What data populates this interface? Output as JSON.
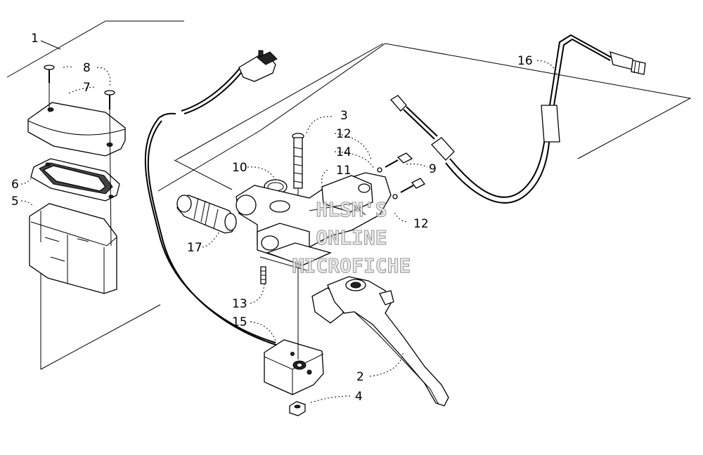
{
  "diagram": {
    "callouts": [
      {
        "id": "c1",
        "text": "1"
      },
      {
        "id": "c2",
        "text": "2"
      },
      {
        "id": "c3",
        "text": "3"
      },
      {
        "id": "c4",
        "text": "4"
      },
      {
        "id": "c5",
        "text": "5"
      },
      {
        "id": "c6",
        "text": "6"
      },
      {
        "id": "c7",
        "text": "7"
      },
      {
        "id": "c8",
        "text": "8"
      },
      {
        "id": "c9",
        "text": "9"
      },
      {
        "id": "c10",
        "text": "10"
      },
      {
        "id": "c11",
        "text": "11"
      },
      {
        "id": "c12a",
        "text": "12"
      },
      {
        "id": "c12b",
        "text": "12"
      },
      {
        "id": "c13",
        "text": "13"
      },
      {
        "id": "c14",
        "text": "14"
      },
      {
        "id": "c15",
        "text": "15"
      },
      {
        "id": "c16",
        "text": "16"
      },
      {
        "id": "c17",
        "text": "17"
      }
    ],
    "watermark": [
      "HLSM'S",
      "ONLINE",
      "MICROFICHE"
    ]
  }
}
